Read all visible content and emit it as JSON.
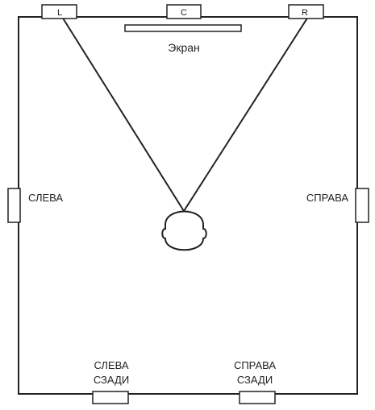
{
  "speakers": {
    "front_left": "L",
    "center": "C",
    "front_right": "R"
  },
  "screen_label": "Экран",
  "labels": {
    "left": "СЛЕВА",
    "right": "СПРАВА",
    "rear_left_line1": "СЛЕВА",
    "rear_left_line2": "СЗАДИ",
    "rear_right_line1": "СПРАВА",
    "rear_right_line2": "СЗАДИ"
  },
  "colors": {
    "line": "#222222",
    "background": "#ffffff"
  }
}
